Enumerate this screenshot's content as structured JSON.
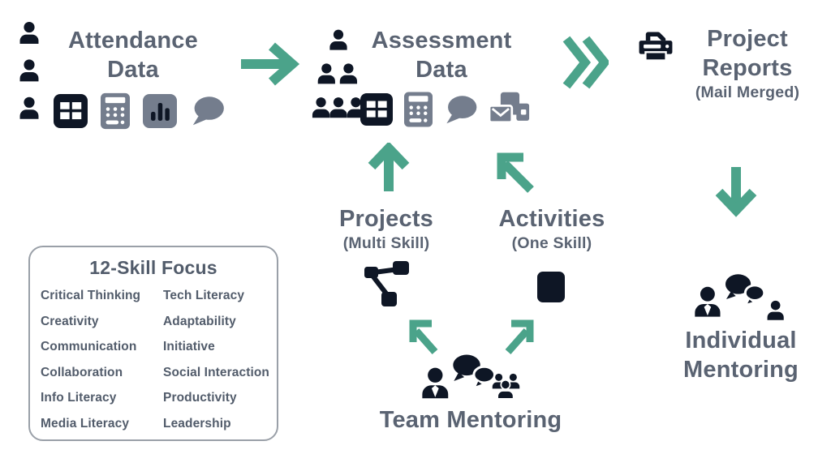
{
  "colors": {
    "background": "#ffffff",
    "icon_navy": "#0e1625",
    "icon_gray": "#747d8d",
    "text_slate": "#5a6372",
    "arrow_teal": "#4ba38a",
    "box_border": "#9aa0a8"
  },
  "nodes": {
    "attendance": {
      "title": "Attendance Data"
    },
    "assessment": {
      "title": "Assessment Data"
    },
    "project_reports": {
      "title": "Project Reports",
      "subtitle": "(Mail Merged)"
    },
    "projects": {
      "title": "Projects",
      "subtitle": "(Multi Skill)"
    },
    "activities": {
      "title": "Activities",
      "subtitle": "(One Skill)"
    },
    "team_mentoring": {
      "title": "Team Mentoring"
    },
    "individual_mentoring": {
      "title": "Individual Mentoring"
    }
  },
  "skills_box": {
    "title": "12-Skill Focus",
    "left_column": [
      "Critical Thinking",
      "Creativity",
      "Communication",
      "Collaboration",
      "Info Literacy",
      "Media Literacy"
    ],
    "right_column": [
      "Tech Literacy",
      "Adaptability",
      "Initiative",
      "Social Interaction",
      "Productivity",
      "Leadership"
    ]
  },
  "icons": {
    "attendance_people": "people-stack-icon",
    "attendance_row": [
      "table-icon",
      "calculator-icon",
      "bar-chart-icon",
      "speech-bubble-icon"
    ],
    "assessment_people": "people-pyramid-icon",
    "assessment_row": [
      "table-icon",
      "calculator-icon",
      "speech-bubble-icon",
      "mail-devices-icon"
    ],
    "project_reports": "printer-icon",
    "projects": "workflow-nodes-icon",
    "activities": "square-icon",
    "team_mentoring": "mentor-group-discussion-icon",
    "individual_mentoring": "mentor-individual-discussion-icon",
    "arrows": [
      "arrow-right-icon",
      "double-chevron-right-icon",
      "arrow-up-icon",
      "arrow-up-left-icon",
      "arrow-down-icon",
      "arrow-up-left-small-icon",
      "arrow-up-right-small-icon"
    ]
  }
}
